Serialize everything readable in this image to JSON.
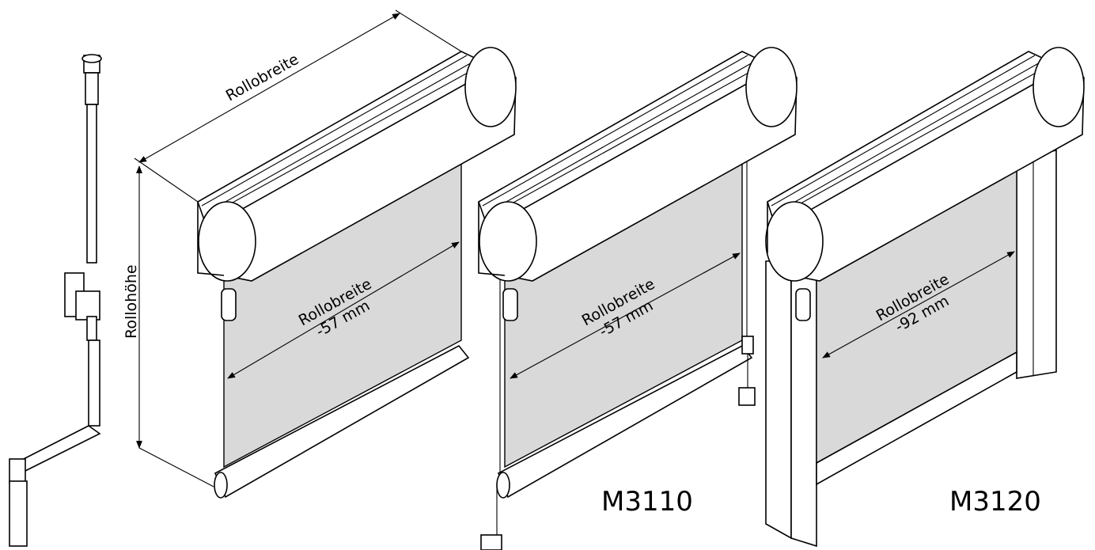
{
  "labels": {
    "top_width": "Rollobreite",
    "height": "Rollohöhe",
    "shade1_width": "Rollobreite",
    "shade1_offset": "-57 mm",
    "shade2_width": "Rollobreite",
    "shade2_offset": "-57 mm",
    "shade3_width": "Rollobreite",
    "shade3_offset": "-92 mm",
    "model2": "M3110",
    "model3": "M3120"
  }
}
